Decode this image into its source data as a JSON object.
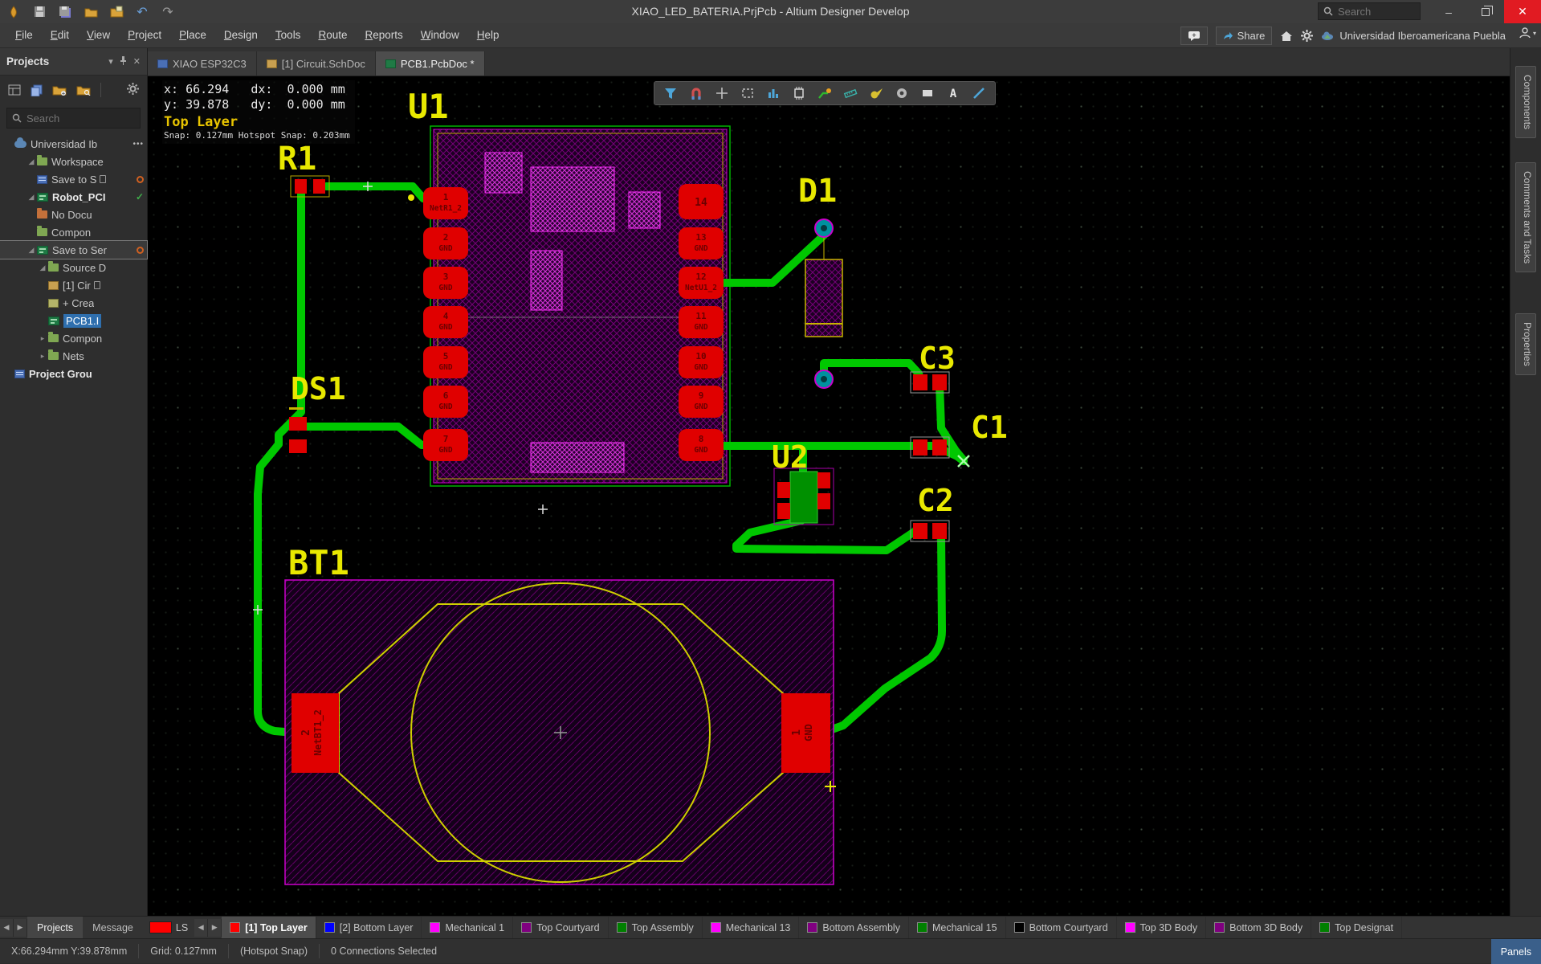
{
  "window": {
    "title": "XIAO_LED_BATERIA.PrjPcb - Altium Designer Develop",
    "search_placeholder": "Search"
  },
  "menu": [
    "File",
    "Edit",
    "View",
    "Project",
    "Place",
    "Design",
    "Tools",
    "Route",
    "Reports",
    "Window",
    "Help"
  ],
  "topbar": {
    "share": "Share",
    "workspace": "Universidad Iberoamericana Puebla"
  },
  "doc_tabs": [
    {
      "label": "XIAO ESP32C3"
    },
    {
      "label": "[1] Circuit.SchDoc"
    },
    {
      "label": "PCB1.PcbDoc *"
    }
  ],
  "projects": {
    "title": "Projects",
    "search_placeholder": "Search",
    "rows": {
      "workspace_root": "Universidad Ib",
      "workspace_folder": "Workspace",
      "save_to_s": "Save to S",
      "robot_pcb": "Robot_PCI",
      "no_docu": "No Docu",
      "compon1": "Compon",
      "save_to_ser": "Save to Ser",
      "source_d": "Source D",
      "circuit": "[1] Cir",
      "crea": "+ Crea",
      "pcb1": "PCB1.I",
      "compon2": "Compon",
      "nets": "Nets",
      "project_group": "Project Grou"
    }
  },
  "hud": {
    "x": "x: 66.294",
    "dx": "dx:  0.000 mm",
    "y": "y: 39.878",
    "dy": "dy:  0.000 mm",
    "layer": "Top Layer",
    "snap": "Snap: 0.127mm Hotspot Snap: 0.203mm"
  },
  "active_bar_icons": [
    "filter",
    "snap-magnet",
    "crosshair",
    "select-area",
    "pad-stack",
    "component",
    "interactive-route",
    "measure",
    "teardrop",
    "via",
    "fill",
    "string",
    "line"
  ],
  "pcb": {
    "ref": {
      "u1": "U1",
      "r1": "R1",
      "d1": "D1",
      "ds1": "DS1",
      "c3": "C3",
      "c1": "C1",
      "c2": "C2",
      "u2": "U2",
      "bt1": "BT1"
    },
    "u1_left": [
      {
        "n": "1",
        "net": "NetR1_2"
      },
      {
        "n": "2",
        "net": "GND"
      },
      {
        "n": "3",
        "net": "GND"
      },
      {
        "n": "4",
        "net": "GND"
      },
      {
        "n": "5",
        "net": "GND"
      },
      {
        "n": "6",
        "net": "GND"
      },
      {
        "n": "7",
        "net": "GND"
      }
    ],
    "u1_right": [
      {
        "n": "14",
        "net": ""
      },
      {
        "n": "13",
        "net": "GND"
      },
      {
        "n": "12",
        "net": "NetU1_2"
      },
      {
        "n": "11",
        "net": "GND"
      },
      {
        "n": "10",
        "net": "GND"
      },
      {
        "n": "9",
        "net": "GND"
      },
      {
        "n": "8",
        "net": "GND"
      }
    ],
    "bt1": {
      "left_n": "2",
      "left_net": "NetBT1_2",
      "right_n": "1",
      "right_net": "GND"
    },
    "colors": {
      "trace": "#00c800",
      "pad": "#e00000",
      "overlay": "#ff00ff",
      "outline_yellow": "#c8b400",
      "via_teal": "#00919e"
    }
  },
  "layer_bar": {
    "ls": "LS",
    "panel_tabs": [
      "Projects",
      "Message"
    ],
    "layers": [
      {
        "label": "[1] Top Layer",
        "color": "#ff0000",
        "active": true
      },
      {
        "label": "[2] Bottom Layer",
        "color": "#0000ff",
        "active": false
      },
      {
        "label": "Mechanical 1",
        "color": "#ff00ff",
        "active": false
      },
      {
        "label": "Top Courtyard",
        "color": "#800080",
        "active": false
      },
      {
        "label": "Top Assembly",
        "color": "#008000",
        "active": false
      },
      {
        "label": "Mechanical 13",
        "color": "#ff00ff",
        "active": false
      },
      {
        "label": "Bottom Assembly",
        "color": "#800080",
        "active": false
      },
      {
        "label": "Mechanical 15",
        "color": "#008000",
        "active": false
      },
      {
        "label": "Bottom Courtyard",
        "color": "#000000",
        "active": false
      },
      {
        "label": "Top 3D Body",
        "color": "#ff00ff",
        "active": false
      },
      {
        "label": "Bottom 3D Body",
        "color": "#800080",
        "active": false
      },
      {
        "label": "Top Designat",
        "color": "#008000",
        "active": false
      }
    ]
  },
  "right_tabs": [
    "Components",
    "Comments and Tasks",
    "Properties"
  ],
  "status": {
    "coords": "X:66.294mm Y:39.878mm",
    "grid": "Grid: 0.127mm",
    "snap": "(Hotspot Snap)",
    "selected": "0 Connections Selected",
    "panels": "Panels"
  }
}
